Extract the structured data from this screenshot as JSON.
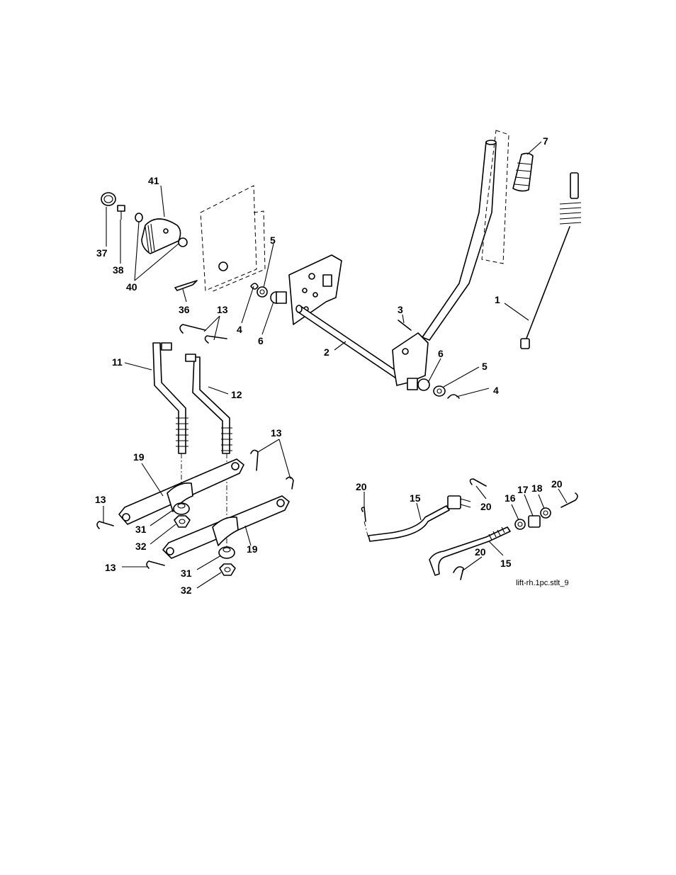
{
  "diagram": {
    "filename": "lift-rh.1pc.stlt_9",
    "labels": [
      {
        "id": "l-41",
        "text": "41"
      },
      {
        "id": "l-37",
        "text": "37"
      },
      {
        "id": "l-38",
        "text": "38"
      },
      {
        "id": "l-40",
        "text": "40"
      },
      {
        "id": "l-36",
        "text": "36"
      },
      {
        "id": "l-5a",
        "text": "5"
      },
      {
        "id": "l-4a",
        "text": "4"
      },
      {
        "id": "l-6a",
        "text": "6"
      },
      {
        "id": "l-7",
        "text": "7"
      },
      {
        "id": "l-1",
        "text": "1"
      },
      {
        "id": "l-3",
        "text": "3"
      },
      {
        "id": "l-2",
        "text": "2"
      },
      {
        "id": "l-6b",
        "text": "6"
      },
      {
        "id": "l-5b",
        "text": "5"
      },
      {
        "id": "l-4b",
        "text": "4"
      },
      {
        "id": "l-13a",
        "text": "13"
      },
      {
        "id": "l-11",
        "text": "11"
      },
      {
        "id": "l-12",
        "text": "12"
      },
      {
        "id": "l-13b",
        "text": "13"
      },
      {
        "id": "l-19a",
        "text": "19"
      },
      {
        "id": "l-13c",
        "text": "13"
      },
      {
        "id": "l-31a",
        "text": "31"
      },
      {
        "id": "l-32a",
        "text": "32"
      },
      {
        "id": "l-19b",
        "text": "19"
      },
      {
        "id": "l-13d",
        "text": "13"
      },
      {
        "id": "l-31b",
        "text": "31"
      },
      {
        "id": "l-32b",
        "text": "32"
      },
      {
        "id": "l-20a",
        "text": "20"
      },
      {
        "id": "l-15a",
        "text": "15"
      },
      {
        "id": "l-20b",
        "text": "20"
      },
      {
        "id": "l-16",
        "text": "16"
      },
      {
        "id": "l-17",
        "text": "17"
      },
      {
        "id": "l-18",
        "text": "18"
      },
      {
        "id": "l-20c",
        "text": "20"
      },
      {
        "id": "l-20d",
        "text": "20"
      },
      {
        "id": "l-15b",
        "text": "15"
      }
    ]
  }
}
